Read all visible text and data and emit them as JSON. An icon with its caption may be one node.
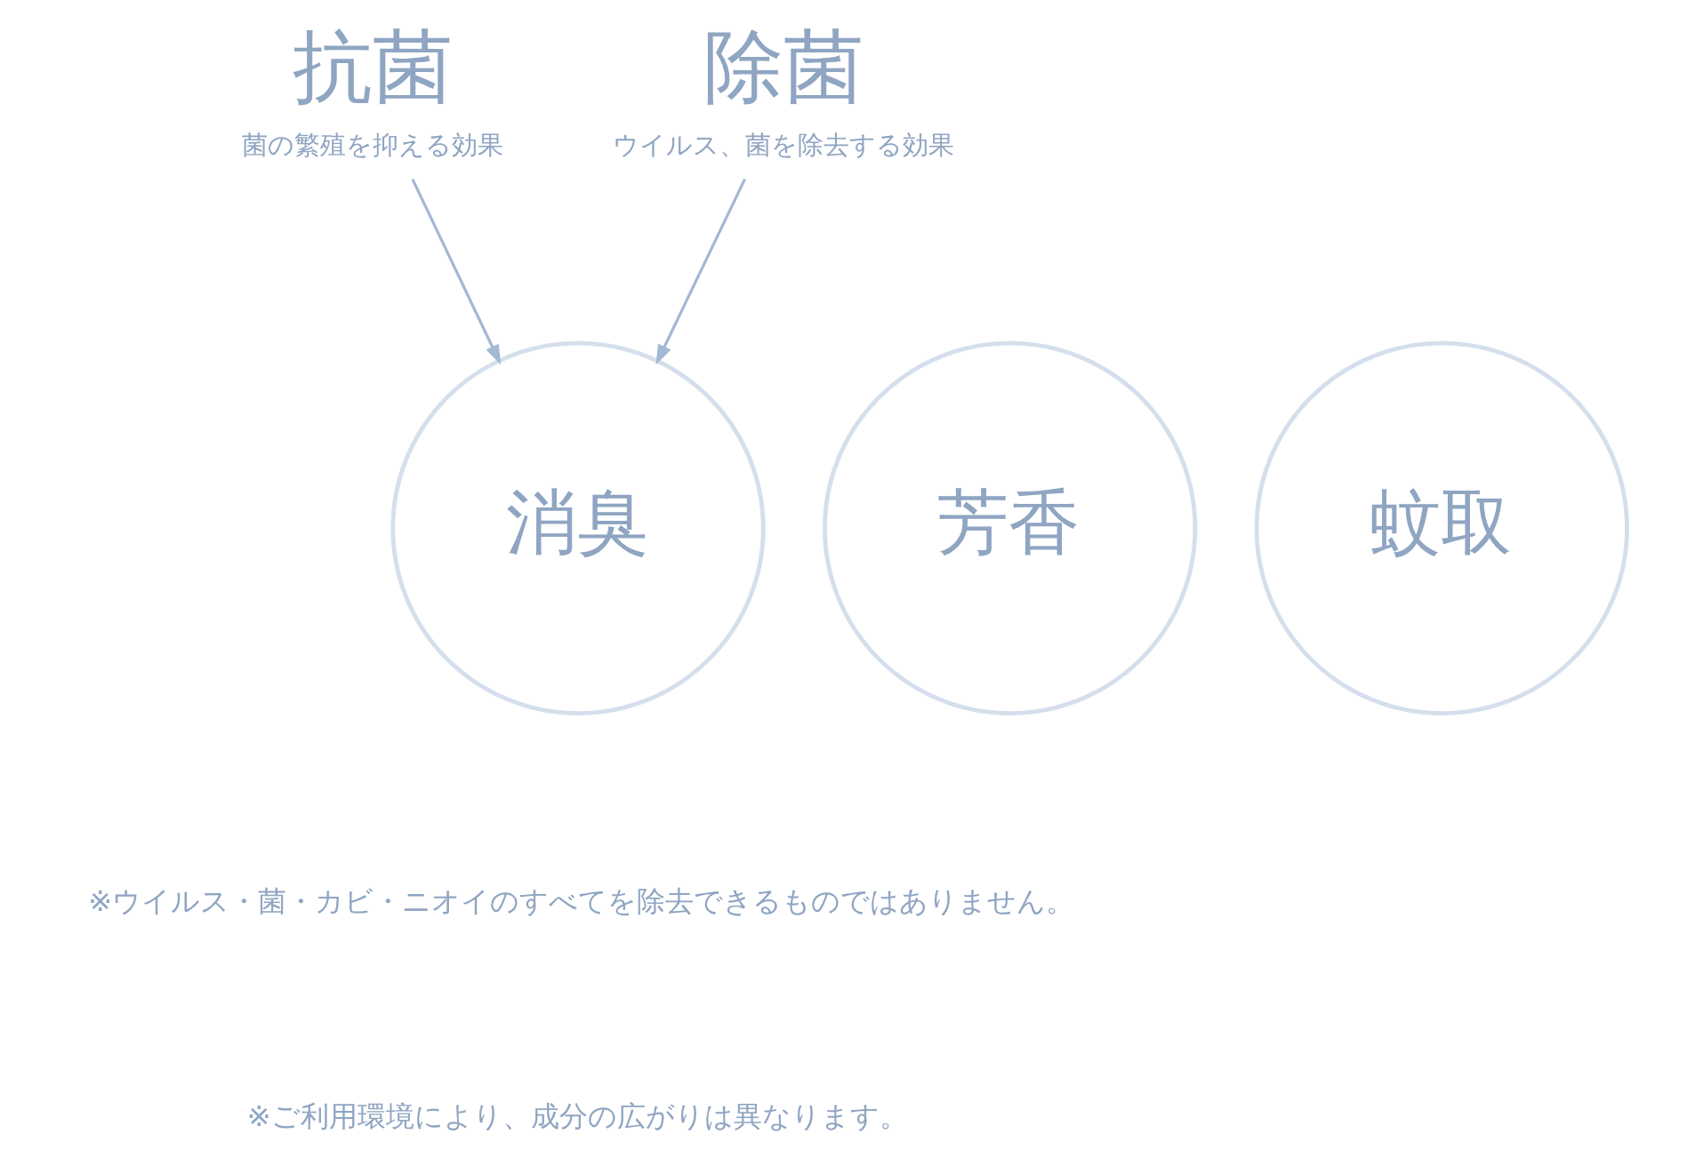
{
  "diagram": {
    "nodes": [
      {
        "text": [
          "抗菌",
          "菌の繁殖を抑える効果"
        ]
      },
      {
        "text": [
          "除菌",
          "ウイルス、菌を除去する効果"
        ]
      },
      {
        "text": [
          "芳香"
        ]
      },
      {
        "text": [
          "消臭"
        ]
      },
      {
        "text": [
          "蚊取"
        ]
      }
    ],
    "edges": [
      {
        "from": 0,
        "to": 3,
        "arrow": "to"
      },
      {
        "from": 1,
        "to": 3,
        "arrow": "to"
      }
    ],
    "labels": [
      "※ウイルス・菌・カビ・ニオイのすべてを除去できるものではありません。",
      "※ご利用環境により、成分の広がりは異なります。"
    ]
  }
}
